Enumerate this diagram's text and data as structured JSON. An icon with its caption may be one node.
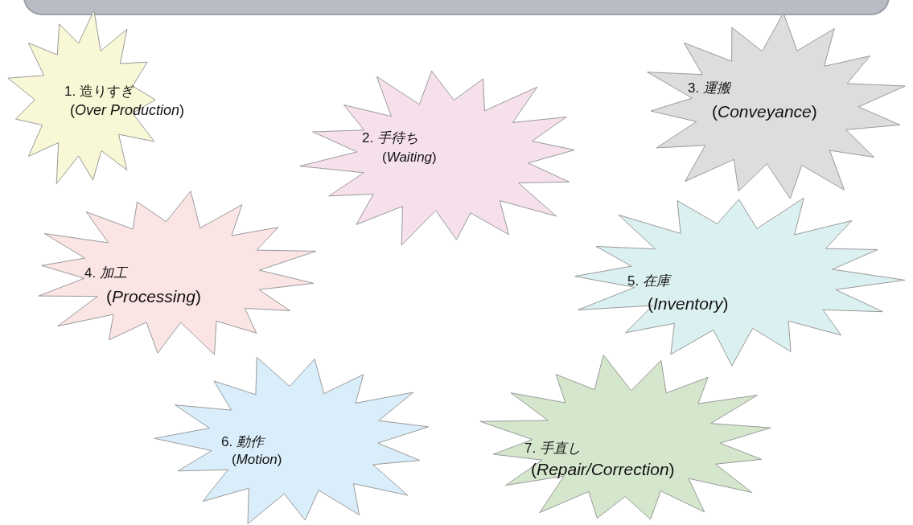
{
  "diagram": {
    "nodes": [
      {
        "text": [
          "1. 造りすぎ",
          "(*Over Production*)"
        ]
      },
      {
        "text": [
          "2. *手待ち*",
          "(*Waiting*)"
        ]
      },
      {
        "text": [
          "3. *運搬*",
          "(*Conveyance*)"
        ]
      },
      {
        "text": [
          "4. *加工*",
          "(*Processing*)"
        ]
      },
      {
        "text": [
          "5. *在庫*",
          "(*Inventory*)"
        ]
      },
      {
        "text": [
          "6. *動作*",
          "(*Motion*)"
        ]
      },
      {
        "text": [
          "7. *手直し*",
          "(*Repair/Correction*)"
        ]
      }
    ]
  }
}
